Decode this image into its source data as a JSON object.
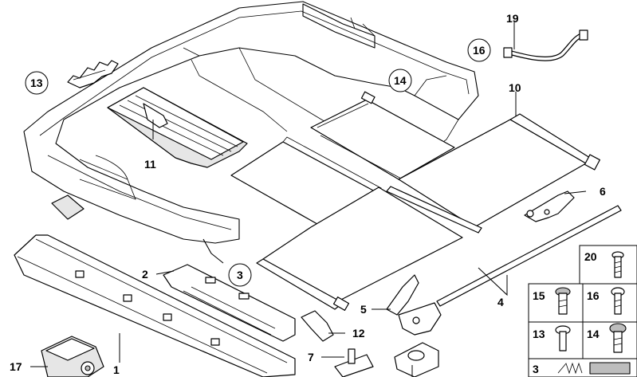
{
  "diagram": {
    "callouts": {
      "c1": "1",
      "c2": "2",
      "c3": "3",
      "c4": "4",
      "c5": "5",
      "c6": "6",
      "c7": "7",
      "c10": "10",
      "c11": "11",
      "c12": "12",
      "c13": "13",
      "c14": "14",
      "c16": "16",
      "c17": "17",
      "c19": "19"
    },
    "hardware_box": {
      "c20": "20",
      "c15": "15",
      "c16b": "16",
      "c13b": "13",
      "c14b": "14",
      "c3b": "3"
    }
  }
}
